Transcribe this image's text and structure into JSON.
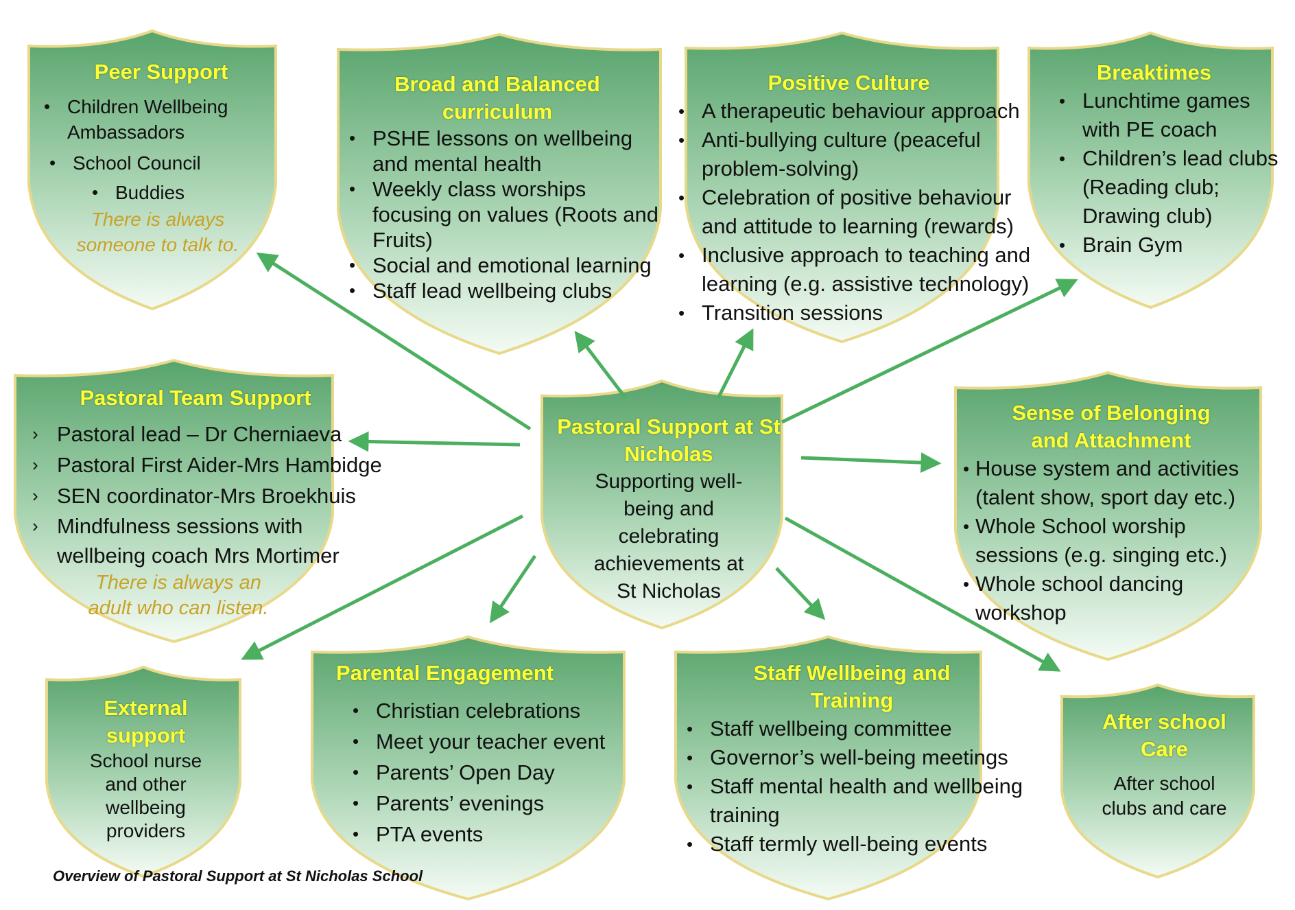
{
  "colors": {
    "shield_top": "#5aa56e",
    "shield_bottom": "#f2faf2",
    "shield_border": "#e8d98a",
    "title_yellow": "#ffff33",
    "note_gold": "#c9a227",
    "arrow_green": "#4caf5f"
  },
  "center": {
    "title": "Pastoral Support at St Nicholas",
    "text": "Supporting well-being and celebrating achievements at St Nicholas"
  },
  "peer": {
    "title": "Peer Support",
    "items": [
      "Children Wellbeing Ambassadors",
      "School Council",
      "Buddies"
    ],
    "note": "There is always someone to talk to."
  },
  "broad": {
    "title": "Broad and Balanced curriculum",
    "items": [
      "PSHE lessons on wellbeing and mental health",
      "Weekly class worships focusing on values (Roots and Fruits)",
      "Social and emotional learning",
      "Staff lead wellbeing clubs"
    ]
  },
  "positive": {
    "title": "Positive Culture",
    "items": [
      "A therapeutic behaviour approach",
      "Anti-bullying culture (peaceful problem-solving)",
      "Celebration of positive behaviour and attitude to learning (rewards)",
      "Inclusive approach to teaching and learning (e.g. assistive technology)",
      "Transition sessions"
    ]
  },
  "breaktimes": {
    "title": "Breaktimes",
    "items": [
      "Lunchtime games with PE coach",
      "Children’s lead clubs (Reading club; Drawing club)",
      "Brain Gym"
    ]
  },
  "pastoral": {
    "title": "Pastoral Team Support",
    "items": [
      "Pastoral lead – Dr Cherniaeva",
      "Pastoral First Aider-Mrs Hambidge",
      "SEN coordinator-Mrs Broekhuis",
      "Mindfulness sessions with wellbeing coach Mrs Mortimer"
    ],
    "note": "There is always an adult who can listen."
  },
  "belonging": {
    "title": "Sense of Belonging and Attachment",
    "items": [
      "House system and activities (talent show, sport day etc.)",
      "Whole School worship sessions (e.g. singing etc.)",
      "Whole school dancing workshop"
    ]
  },
  "external": {
    "title": "External support",
    "text": "School nurse and other wellbeing providers"
  },
  "parental": {
    "title": "Parental Engagement",
    "items": [
      "Christian celebrations",
      "Meet your teacher event",
      "Parents’ Open Day",
      "Parents’ evenings",
      "PTA events"
    ]
  },
  "staff": {
    "title": "Staff Wellbeing and Training",
    "items": [
      "Staff wellbeing committee",
      "Governor’s well-being meetings",
      "Staff mental health and wellbeing training",
      "Staff termly well-being events"
    ]
  },
  "after": {
    "title": "After school Care",
    "text": "After school clubs and care"
  },
  "caption": "Overview of Pastoral Support at St Nicholas School"
}
